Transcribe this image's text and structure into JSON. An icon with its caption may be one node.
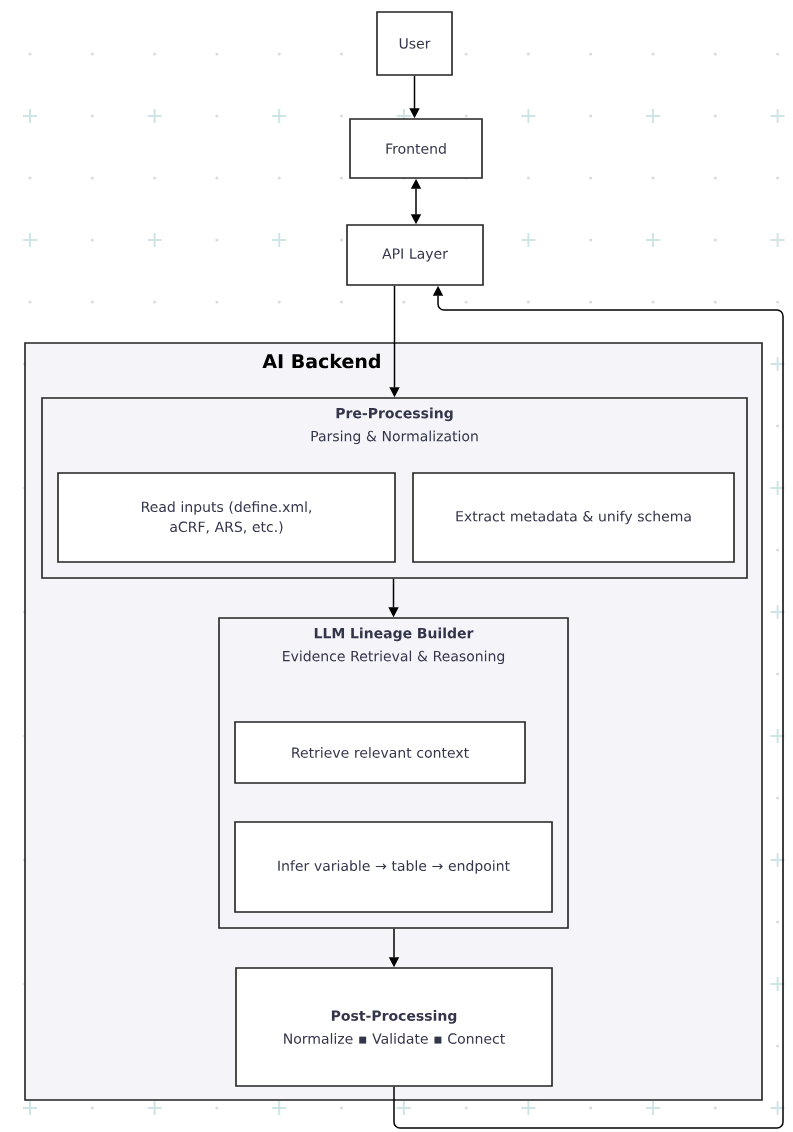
{
  "diagram": {
    "nodes": [
      {
        "text": [
          "User"
        ]
      },
      {
        "text": [
          "Frontend"
        ]
      },
      {
        "text": [
          "API Layer"
        ]
      },
      {
        "text": [
          "AI Backend"
        ]
      },
      {
        "text": [
          "Pre-Processing",
          "Parsing & Normalization"
        ],
        "in": 3
      },
      {
        "text": [
          "Read inputs (define.xml, aCRF, ARS, etc.)"
        ],
        "in": 4
      },
      {
        "text": [
          "Extract metadata & unify schema"
        ],
        "in": 4
      },
      {
        "text": [
          "LLM Lineage Builder",
          "Evidence Retrieval & Reasoning"
        ],
        "in": 3
      },
      {
        "text": [
          "Retrieve relevant context"
        ],
        "in": 7
      },
      {
        "text": [
          "Infer variable → table → endpoint"
        ],
        "in": 7
      },
      {
        "text": [
          "Post-Processing",
          "Normalize ▪ Validate ▪ Connect"
        ],
        "in": 3
      }
    ],
    "edges": [
      {
        "from": 0,
        "to": 1,
        "arrow": "to"
      },
      {
        "from": 1,
        "to": 2,
        "arrow": "both"
      },
      {
        "from": 2,
        "to": 4,
        "arrow": "to"
      },
      {
        "from": 4,
        "to": 7,
        "arrow": "to"
      },
      {
        "from": 7,
        "to": 10,
        "arrow": "to"
      },
      {
        "from": 10,
        "to": 2,
        "arrow": "to"
      }
    ]
  }
}
